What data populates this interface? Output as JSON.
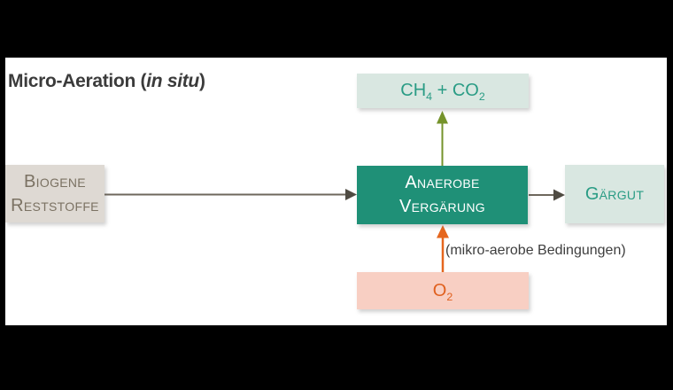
{
  "frame": {
    "letterbox_color": "#000000",
    "canvas_color": "#ffffff"
  },
  "title": {
    "prefix": "Micro-Aeration (",
    "italic": "in situ",
    "suffix": ")",
    "color": "#3b3b3b"
  },
  "diagram": {
    "boxes": {
      "input": {
        "line1": "Biogene",
        "line2": "Reststoffe",
        "bg": "#ded9d3",
        "text_color": "#7b7263"
      },
      "process": {
        "line1": "Anaerobe",
        "line2": "Vergärung",
        "bg": "#1f9077",
        "text_color": "#ffffff"
      },
      "gas": {
        "parts": [
          "CH",
          "4",
          " + CO",
          "2"
        ],
        "bg": "#d9e7e1",
        "text_color": "#2a9c85"
      },
      "output": {
        "label": "Gärgut",
        "bg": "#d9e7e1",
        "text_color": "#2a9c85"
      },
      "oxygen": {
        "parts": [
          "O",
          "2"
        ],
        "bg": "#f8cfc3",
        "text_color": "#e0601e"
      }
    },
    "annotation": "(mikro-aerobe Bedingungen)",
    "annotation_color": "#3e3e3e",
    "arrows": {
      "feed_color": "#6e675c",
      "feed_head_color": "#4f4b42",
      "digestate_color": "#6e675c",
      "digestate_head_color": "#4f4b42",
      "gas_color": "#75932b",
      "oxygen_color": "#e5661e"
    }
  }
}
